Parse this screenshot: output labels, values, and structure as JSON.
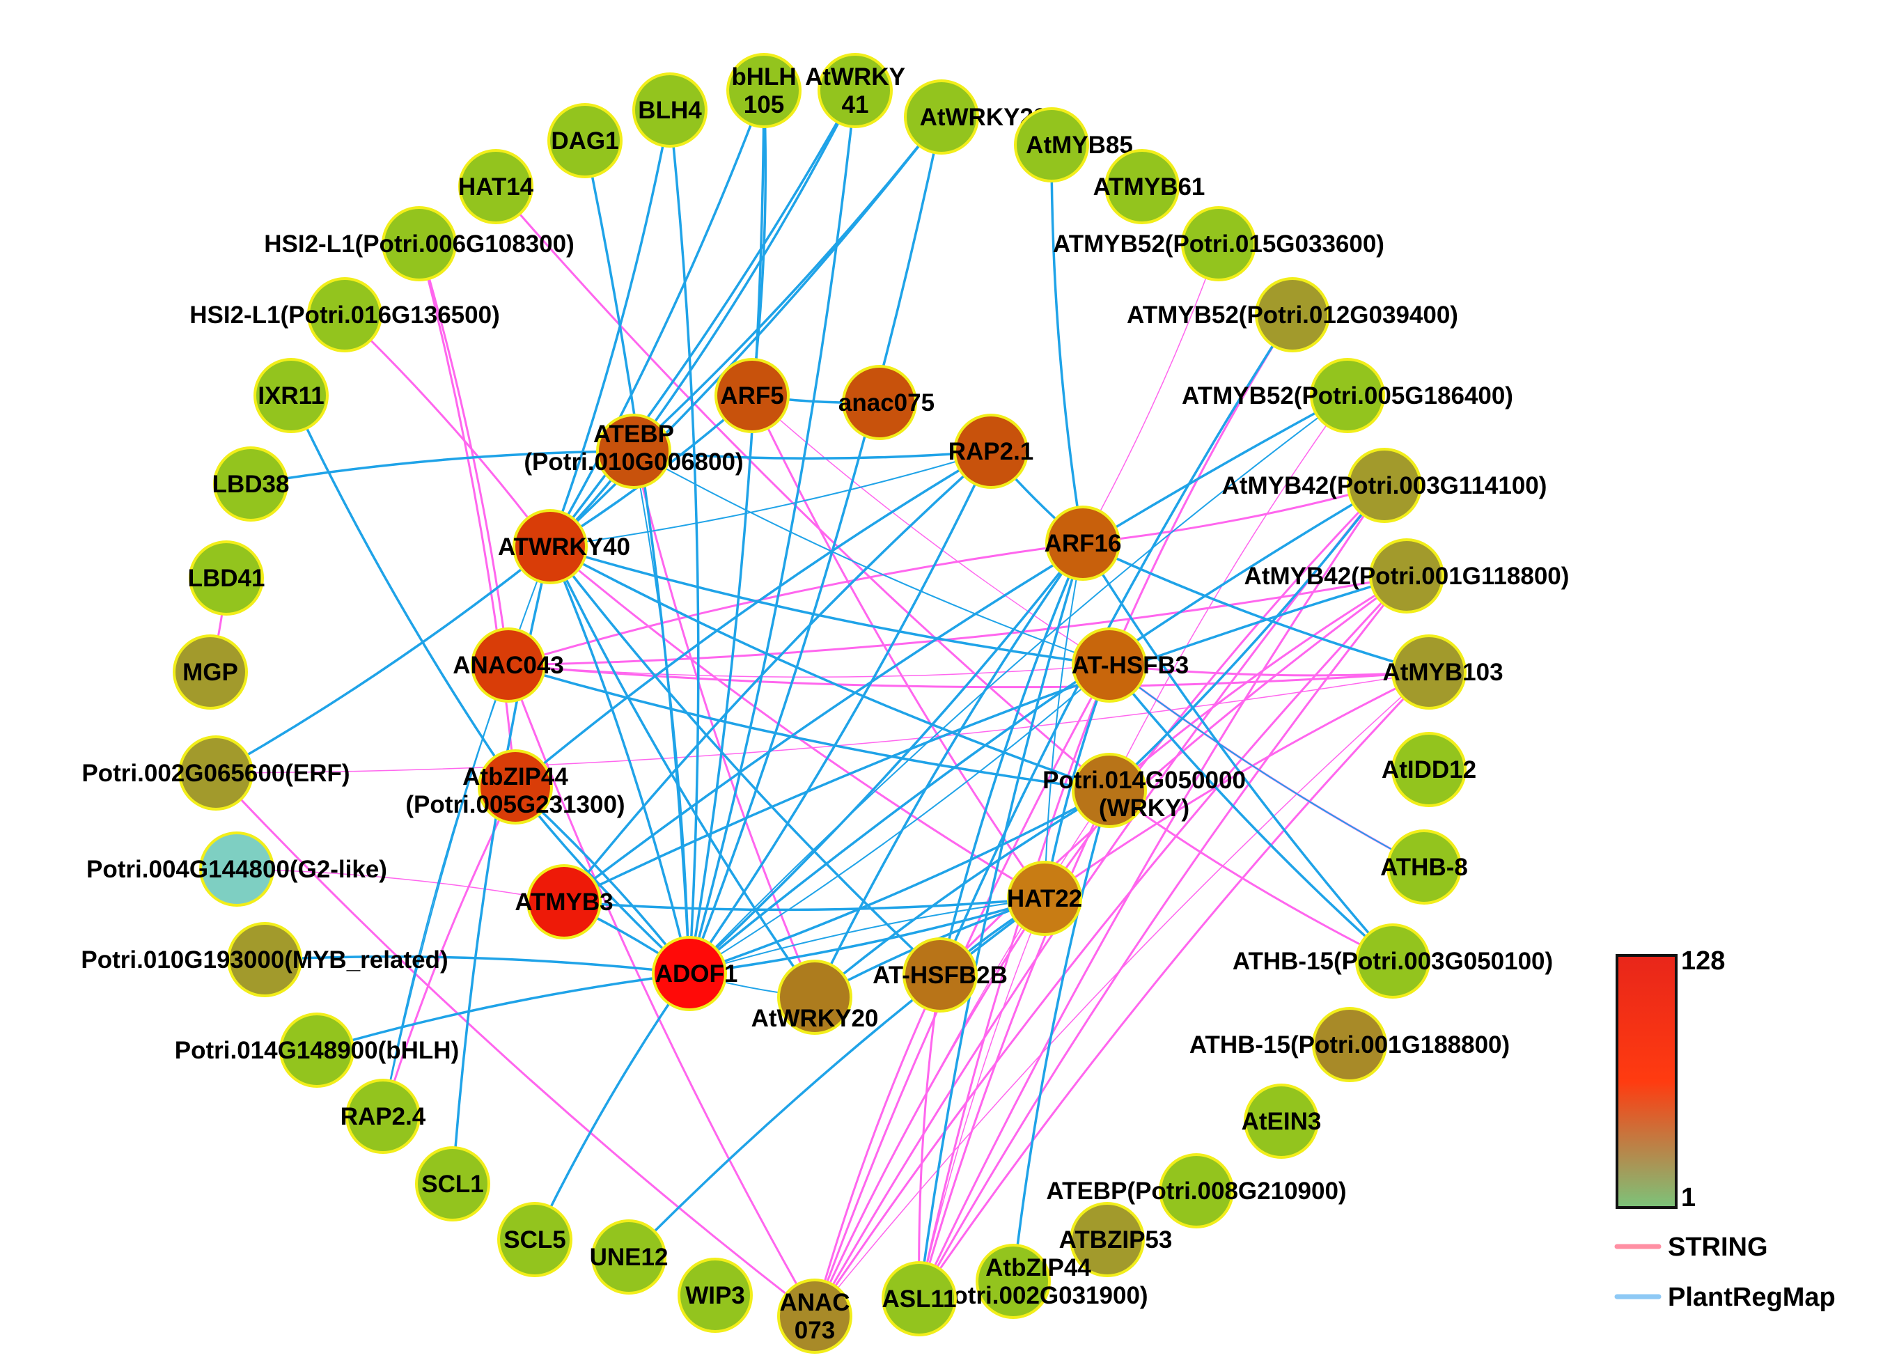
{
  "colors": {
    "string_edge": "#ff66ee",
    "plantregmap_edge": "#1fa3e8",
    "node_border": "#f2ee1a",
    "scale_high": "#e8261a",
    "scale_mid": "#ff3b10",
    "scale_low": "#7cc47a"
  },
  "legend": {
    "max_label": "128",
    "min_label": "1",
    "string_label": "STRING",
    "plantregmap_label": "PlantRegMap",
    "string_color": "#ff8fa3",
    "plantregmap_color": "#8ec9f5"
  },
  "nodes": [
    {
      "id": "n1",
      "label": [
        "DAG1"
      ],
      "color": "#93c41e"
    },
    {
      "id": "n2",
      "label": [
        "BLH4"
      ],
      "color": "#93c41e"
    },
    {
      "id": "n3",
      "label": [
        "bHLH",
        "105"
      ],
      "color": "#93c41e"
    },
    {
      "id": "n4",
      "label": [
        "AtWRKY",
        "41"
      ],
      "color": "#93c41e"
    },
    {
      "id": "n5",
      "label": [
        "AtWRKY22"
      ],
      "color": "#93c41e"
    },
    {
      "id": "n6",
      "label": [
        "AtMYB85"
      ],
      "color": "#93c41e"
    },
    {
      "id": "n7",
      "label": [
        "ATMYB61"
      ],
      "color": "#93c41e"
    },
    {
      "id": "n8",
      "label": [
        "ATMYB52(Potri.015G033600)"
      ],
      "color": "#93c41e"
    },
    {
      "id": "n9",
      "label": [
        "ATMYB52(Potri.012G039400)"
      ],
      "color": "#a29a2c"
    },
    {
      "id": "n10",
      "label": [
        "ATMYB52(Potri.005G186400)"
      ],
      "color": "#93c41e"
    },
    {
      "id": "n11",
      "label": [
        "AtMYB42(Potri.003G114100)"
      ],
      "color": "#a29a2c"
    },
    {
      "id": "n12",
      "label": [
        "AtMYB42(Potri.001G118800)"
      ],
      "color": "#a29a2c"
    },
    {
      "id": "n13",
      "label": [
        "AtMYB103"
      ],
      "color": "#a29a2c"
    },
    {
      "id": "n14",
      "label": [
        "AtIDD12"
      ],
      "color": "#93c41e"
    },
    {
      "id": "n15",
      "label": [
        "ATHB-8"
      ],
      "color": "#93c41e"
    },
    {
      "id": "n16",
      "label": [
        "ATHB-15(Potri.003G050100)"
      ],
      "color": "#93c41e"
    },
    {
      "id": "n17",
      "label": [
        "ATHB-15(Potri.001G188800)"
      ],
      "color": "#a88a28"
    },
    {
      "id": "n18",
      "label": [
        "AtEIN3"
      ],
      "color": "#93c41e"
    },
    {
      "id": "n19",
      "label": [
        "ATEBP(Potri.008G210900)"
      ],
      "color": "#93c41e"
    },
    {
      "id": "n20",
      "label": [
        "ATBZIP53"
      ],
      "color": "#a29a2c"
    },
    {
      "id": "n21",
      "label": [
        "AtbZIP44",
        "(Potri.002G031900)"
      ],
      "color": "#93c41e"
    },
    {
      "id": "n22",
      "label": [
        "ASL11"
      ],
      "color": "#93c41e"
    },
    {
      "id": "n23",
      "label": [
        "ANAC",
        "073"
      ],
      "color": "#a88a28"
    },
    {
      "id": "n24",
      "label": [
        "WIP3"
      ],
      "color": "#93c41e"
    },
    {
      "id": "n25",
      "label": [
        "UNE12"
      ],
      "color": "#93c41e"
    },
    {
      "id": "n26",
      "label": [
        "SCL5"
      ],
      "color": "#93c41e"
    },
    {
      "id": "n27",
      "label": [
        "SCL1"
      ],
      "color": "#93c41e"
    },
    {
      "id": "n28",
      "label": [
        "RAP2.4"
      ],
      "color": "#93c41e"
    },
    {
      "id": "n29",
      "label": [
        "Potri.014G148900(bHLH)"
      ],
      "color": "#93c41e"
    },
    {
      "id": "n30",
      "label": [
        "Potri.010G193000(MYB_related)"
      ],
      "color": "#a29a2c"
    },
    {
      "id": "n31",
      "label": [
        "Potri.004G144800(G2-like)"
      ],
      "color": "#7ecfc2"
    },
    {
      "id": "n32",
      "label": [
        "Potri.002G065600(ERF)"
      ],
      "color": "#a29a2c"
    },
    {
      "id": "n33",
      "label": [
        "MGP"
      ],
      "color": "#a29a2c"
    },
    {
      "id": "n34",
      "label": [
        "LBD41"
      ],
      "color": "#93c41e"
    },
    {
      "id": "n35",
      "label": [
        "LBD38"
      ],
      "color": "#93c41e"
    },
    {
      "id": "n36",
      "label": [
        "IXR11"
      ],
      "color": "#93c41e"
    },
    {
      "id": "n37",
      "label": [
        "HSI2-L1(Potri.016G136500)"
      ],
      "color": "#93c41e"
    },
    {
      "id": "n38",
      "label": [
        "HSI2-L1(Potri.006G108300)"
      ],
      "color": "#93c41e"
    },
    {
      "id": "n39",
      "label": [
        "HAT14"
      ],
      "color": "#93c41e"
    },
    {
      "id": "c1",
      "label": [
        "ARF5"
      ],
      "color": "#c8520c"
    },
    {
      "id": "c2",
      "label": [
        "anac075"
      ],
      "color": "#c8520c"
    },
    {
      "id": "c3",
      "label": [
        "ATEBP",
        "(Potri.010G006800)"
      ],
      "color": "#c8520c"
    },
    {
      "id": "c4",
      "label": [
        "RAP2.1"
      ],
      "color": "#c8520c"
    },
    {
      "id": "c5",
      "label": [
        "ATWRKY40"
      ],
      "color": "#d93d08"
    },
    {
      "id": "c6",
      "label": [
        "ARF16"
      ],
      "color": "#c8600c"
    },
    {
      "id": "c7",
      "label": [
        "ANAC043"
      ],
      "color": "#d93d08"
    },
    {
      "id": "c8",
      "label": [
        "AT-HSFB3"
      ],
      "color": "#c8660c"
    },
    {
      "id": "c9",
      "label": [
        "AtbZIP44",
        "(Potri.005G231300)"
      ],
      "color": "#d93d08"
    },
    {
      "id": "c10",
      "label": [
        "Potri.014G050000",
        "(WRKY)"
      ],
      "color": "#b87418"
    },
    {
      "id": "c11",
      "label": [
        "ATMYB3"
      ],
      "color": "#ee1a08"
    },
    {
      "id": "c12",
      "label": [
        "HAT22"
      ],
      "color": "#c87c14"
    },
    {
      "id": "c13",
      "label": [
        "ADOF1"
      ],
      "color": "#ff0a08"
    },
    {
      "id": "c14",
      "label": [
        "AT-HSFB2B"
      ],
      "color": "#b87418"
    },
    {
      "id": "c15",
      "label": [
        "AtWRKY20"
      ],
      "color": "#ad7c1e"
    }
  ],
  "edges_plantregmap": [
    [
      "c13",
      "n2"
    ],
    [
      "c13",
      "n3"
    ],
    [
      "c13",
      "n4"
    ],
    [
      "c13",
      "n5"
    ],
    [
      "c13",
      "n1"
    ],
    [
      "c13",
      "c3"
    ],
    [
      "c13",
      "c5"
    ],
    [
      "c13",
      "c9"
    ],
    [
      "c13",
      "c11"
    ],
    [
      "c13",
      "n29"
    ],
    [
      "c13",
      "n26"
    ],
    [
      "c13",
      "c8"
    ],
    [
      "c13",
      "c6"
    ],
    [
      "c13",
      "c12"
    ],
    [
      "c13",
      "c4"
    ],
    [
      "c13",
      "c10"
    ],
    [
      "c13",
      "n30"
    ],
    [
      "c13",
      "c15"
    ],
    [
      "c5",
      "n4"
    ],
    [
      "c5",
      "n5"
    ],
    [
      "c5",
      "n3"
    ],
    [
      "c5",
      "c3"
    ],
    [
      "c5",
      "c1"
    ],
    [
      "c5",
      "c4"
    ],
    [
      "c5",
      "n2"
    ],
    [
      "c5",
      "c15"
    ],
    [
      "c5",
      "c8"
    ],
    [
      "c5",
      "c10"
    ],
    [
      "c5",
      "n27"
    ],
    [
      "c5",
      "n28"
    ],
    [
      "c5",
      "c14"
    ],
    [
      "c3",
      "n35"
    ],
    [
      "c3",
      "n5"
    ],
    [
      "c3",
      "n4"
    ],
    [
      "c3",
      "c4"
    ],
    [
      "c3",
      "c8"
    ],
    [
      "c1",
      "c2"
    ],
    [
      "c1",
      "n3"
    ],
    [
      "n36",
      "c9"
    ],
    [
      "n32",
      "c5"
    ],
    [
      "c7",
      "c10"
    ],
    [
      "c7",
      "n28"
    ],
    [
      "c4",
      "c6"
    ],
    [
      "c4",
      "c9"
    ],
    [
      "c4",
      "c11"
    ],
    [
      "n6",
      "c6"
    ],
    [
      "n10",
      "c11"
    ],
    [
      "n10",
      "c13"
    ],
    [
      "n11",
      "c13"
    ],
    [
      "n12",
      "c11"
    ],
    [
      "n9",
      "c14"
    ],
    [
      "c6",
      "n16"
    ],
    [
      "c6",
      "n13"
    ],
    [
      "c6",
      "c12"
    ],
    [
      "c6",
      "c15"
    ],
    [
      "c6",
      "n22"
    ],
    [
      "c6",
      "c14"
    ],
    [
      "c8",
      "n16"
    ],
    [
      "c8",
      "c12"
    ],
    [
      "c8",
      "n15"
    ],
    [
      "c10",
      "n21"
    ],
    [
      "c10",
      "n11"
    ],
    [
      "c10",
      "c15"
    ],
    [
      "c12",
      "c14"
    ],
    [
      "c12",
      "c15"
    ],
    [
      "c12",
      "c13"
    ],
    [
      "c12",
      "n25"
    ],
    [
      "c11",
      "c12"
    ],
    [
      "c9",
      "c13"
    ]
  ],
  "edges_string": [
    [
      "c7",
      "n38"
    ],
    [
      "c7",
      "n13"
    ],
    [
      "c7",
      "c10"
    ],
    [
      "c7",
      "n12"
    ],
    [
      "c7",
      "c8"
    ],
    [
      "c7",
      "n23"
    ],
    [
      "c9",
      "n38"
    ],
    [
      "c9",
      "n28"
    ],
    [
      "n32",
      "n23"
    ],
    [
      "n32",
      "n13"
    ],
    [
      "n33",
      "n34"
    ],
    [
      "c5",
      "n37"
    ],
    [
      "c5",
      "c12"
    ],
    [
      "c6",
      "n11"
    ],
    [
      "c6",
      "n8"
    ],
    [
      "c6",
      "c7"
    ],
    [
      "n9",
      "c8"
    ],
    [
      "n12",
      "c10"
    ],
    [
      "n13",
      "c12"
    ],
    [
      "n10",
      "c10"
    ],
    [
      "n11",
      "n23"
    ],
    [
      "n11",
      "n22"
    ],
    [
      "n12",
      "n23"
    ],
    [
      "n12",
      "n22"
    ],
    [
      "n13",
      "n23"
    ],
    [
      "n13",
      "n22"
    ],
    [
      "n12",
      "c14"
    ],
    [
      "n11",
      "c12"
    ],
    [
      "c8",
      "n23"
    ],
    [
      "c10",
      "n23"
    ],
    [
      "c12",
      "n23"
    ],
    [
      "c14",
      "n23"
    ],
    [
      "c8",
      "n22"
    ],
    [
      "c10",
      "n22"
    ],
    [
      "c12",
      "n22"
    ],
    [
      "c14",
      "n22"
    ],
    [
      "c8",
      "n13"
    ],
    [
      "c8",
      "n15"
    ],
    [
      "c10",
      "n16"
    ],
    [
      "c1",
      "c8"
    ],
    [
      "c1",
      "c12"
    ],
    [
      "c3",
      "c15"
    ],
    [
      "n39",
      "c10"
    ],
    [
      "c13",
      "c5"
    ],
    [
      "c11",
      "n31"
    ]
  ]
}
